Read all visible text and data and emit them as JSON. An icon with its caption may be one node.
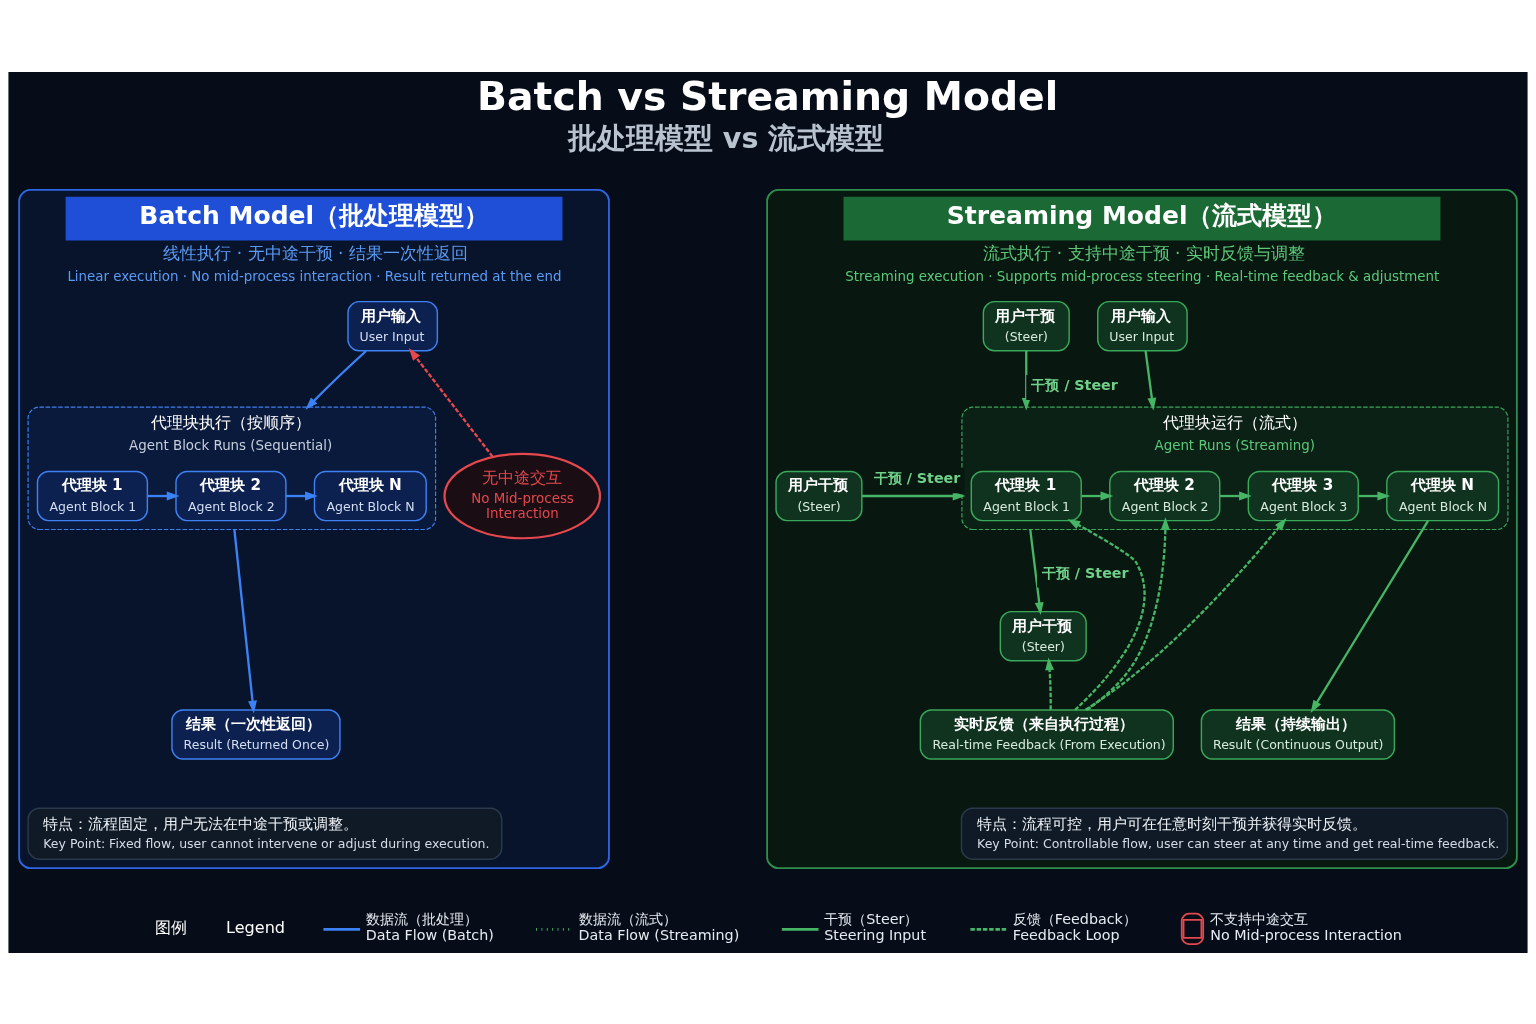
{
  "diagram": {
    "title": "Batch vs Streaming Model",
    "nodes": [
      {
        "text": [
          "Batch Model（批处理模型）",
          "线性执行 · 无中途干预 · 结果一次性返回",
          "Linear execution · No mid-process interaction · Result returned at the end"
        ]
      },
      {
        "text": [
          "用户输入",
          "User Input"
        ],
        "in": 0
      },
      {
        "text": [
          "代理块执行（按顺序）",
          "Agent Block Runs (Sequential)"
        ],
        "in": 0
      },
      {
        "text": [
          "代理块 1",
          "Agent Block 1"
        ],
        "in": 2
      },
      {
        "text": [
          "代理块 2",
          "Agent Block 2"
        ],
        "in": 2
      },
      {
        "text": [
          "代理块 N",
          "Agent Block N"
        ],
        "in": 2
      },
      {
        "text": [
          "无中途交互",
          "No Mid-process Interaction"
        ],
        "in": 0
      },
      {
        "text": [
          "结果（一次性返回）",
          "Result (Returned Once)"
        ],
        "in": 0
      },
      {
        "text": [
          "特点：流程固定，用户无法在中途干预或调整。",
          "Key Point: Fixed flow, user cannot intervene or adjust during execution."
        ],
        "in": 0
      },
      {
        "text": [
          "Streaming Model（流式模型）",
          "流式执行 · 支持中途干预 · 实时反馈与调整",
          "Streaming execution · Supports mid-process steering · Real-time feedback & adjustment"
        ]
      },
      {
        "text": [
          "用户输入",
          "User Input"
        ],
        "in": 9
      },
      {
        "text": [
          "用户干预",
          "(Steer)"
        ],
        "in": 9
      },
      {
        "text": [
          "代理块运行（流式）",
          "Agent Runs (Streaming)"
        ],
        "in": 9
      },
      {
        "text": [
          "代理块 1",
          "Agent Block 1"
        ],
        "in": 12
      },
      {
        "text": [
          "代理块 2",
          "Agent Block 2"
        ],
        "in": 12
      },
      {
        "text": [
          "代理块 3",
          "Agent Block 3"
        ],
        "in": 12
      },
      {
        "text": [
          "代理块 N",
          "Agent Block N"
        ],
        "in": 12
      },
      {
        "text": [
          "用户干预",
          "(Steer)"
        ],
        "in": 9
      },
      {
        "text": [
          "用户干预",
          "(Steer)"
        ],
        "in": 9
      },
      {
        "text": [
          "实时反馈（来自执行过程）",
          "Real-time Feedback (From Execution)"
        ],
        "in": 9
      },
      {
        "text": [
          "结果（持续输出）",
          "Result (Continuous Output)"
        ],
        "in": 9
      },
      {
        "text": [
          "特点：流程可控，用户可在任意时刻干预并获得实时反馈。",
          "Key Point: Controllable flow, user can steer at any time and get real-time feedback."
        ],
        "in": 9
      }
    ],
    "edges": [
      {
        "from": 1,
        "to": 2,
        "arrow": "to",
        "color": "#3b82f6"
      },
      {
        "from": 3,
        "to": 4,
        "arrow": "to",
        "color": "#3b82f6"
      },
      {
        "from": 4,
        "to": 5,
        "arrow": "to",
        "color": "#3b82f6"
      },
      {
        "from": 2,
        "to": 7,
        "arrow": "to",
        "color": "#3b82f6"
      },
      {
        "from": 6,
        "to": 1,
        "arrow": "to",
        "style": "dashed",
        "color": "#e5484d"
      },
      {
        "from": 10,
        "to": 12,
        "arrow": "to"
      },
      {
        "from": 11,
        "to": 12,
        "arrow": "to",
        "label": "干预 / Steer"
      },
      {
        "from": 17,
        "to": 12,
        "arrow": "to",
        "label": "干预 / Steer"
      },
      {
        "from": 12,
        "to": 18,
        "arrow": "to",
        "label": "干预 / Steer"
      },
      {
        "from": 13,
        "to": 14,
        "arrow": "to"
      },
      {
        "from": 14,
        "to": 15,
        "arrow": "to"
      },
      {
        "from": 15,
        "to": 16,
        "arrow": "to"
      },
      {
        "from": 16,
        "to": 20,
        "arrow": "to"
      },
      {
        "from": 19,
        "to": 13,
        "arrow": "to",
        "style": "dashed"
      },
      {
        "from": 19,
        "to": 14,
        "arrow": "to",
        "style": "dashed"
      },
      {
        "from": 19,
        "to": 15,
        "arrow": "to",
        "style": "dashed"
      },
      {
        "from": 19,
        "to": 18,
        "arrow": "to",
        "style": "dashed"
      }
    ],
    "labels": [
      "批处理模型 vs 流式模型",
      "图例",
      "Legend"
    ],
    "legend": [
      {
        "text": "数据流（批处理） Data Flow (Batch)"
      },
      {
        "text": "数据流（流式） Data Flow (Streaming)"
      },
      {
        "text": "干预（Steer） Steering Input"
      },
      {
        "text": "反馈（Feedback） Feedback Loop"
      },
      {
        "text": "不支持中途交互 No Mid-process Interaction"
      }
    ]
  }
}
